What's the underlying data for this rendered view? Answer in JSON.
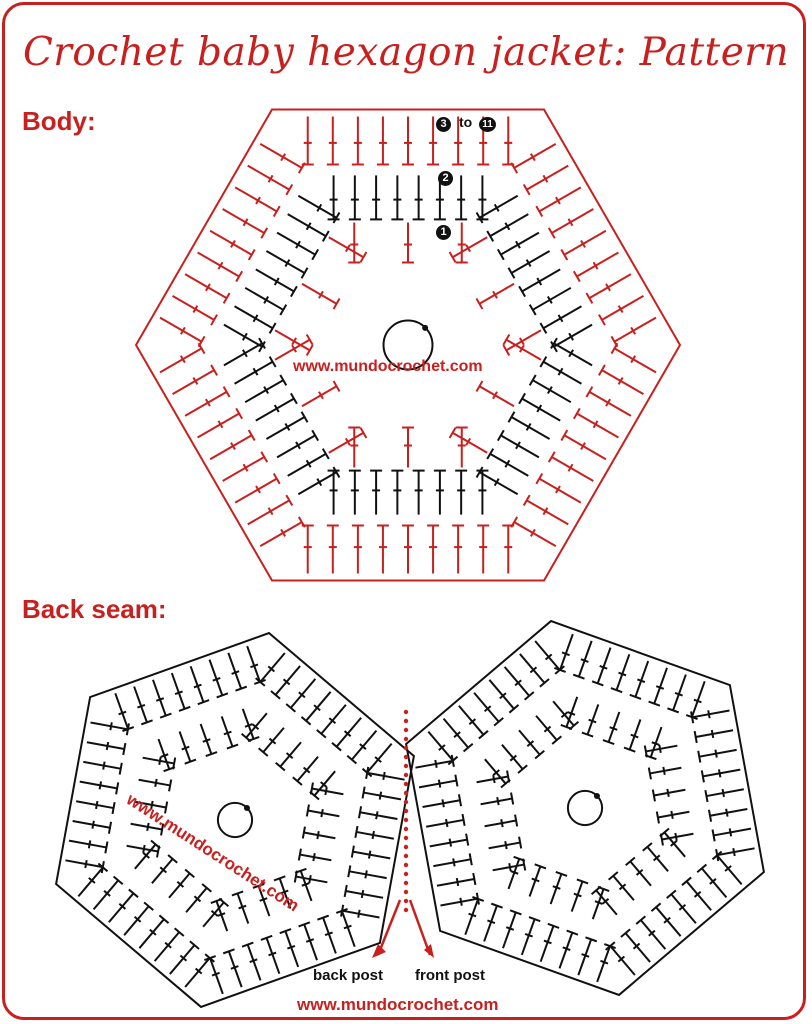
{
  "title": "Crochet baby hexagon jacket: Pattern",
  "body_label": "Body:",
  "back_seam_label": "Back seam:",
  "round_markers": {
    "r3": "3",
    "to": "to",
    "r11": "11",
    "r2": "2",
    "r1": "1"
  },
  "watermark": "www.mundocrochet.com",
  "watermark_diagonal": "www.mundocrochet.com",
  "back_post_label": "back post",
  "front_post_label": "front post",
  "footer_url": "www.mundocrochet.com",
  "colors": {
    "accent": "#c8201e",
    "stitch": "#111111"
  }
}
